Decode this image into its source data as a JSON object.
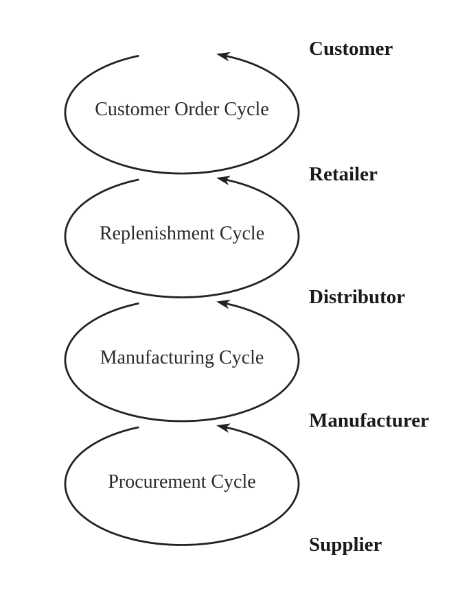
{
  "diagram": {
    "cycles": [
      {
        "label": "Customer Order Cycle"
      },
      {
        "label": "Replenishment Cycle"
      },
      {
        "label": "Manufacturing Cycle"
      },
      {
        "label": "Procurement Cycle"
      }
    ],
    "stages": [
      {
        "label": "Customer"
      },
      {
        "label": "Retailer"
      },
      {
        "label": "Distributor"
      },
      {
        "label": "Manufacturer"
      },
      {
        "label": "Supplier"
      }
    ],
    "colors": {
      "line": "#222222",
      "cycle_text": "#2a2a2a",
      "stage_text": "#1a1a1a",
      "background": "#ffffff"
    }
  }
}
